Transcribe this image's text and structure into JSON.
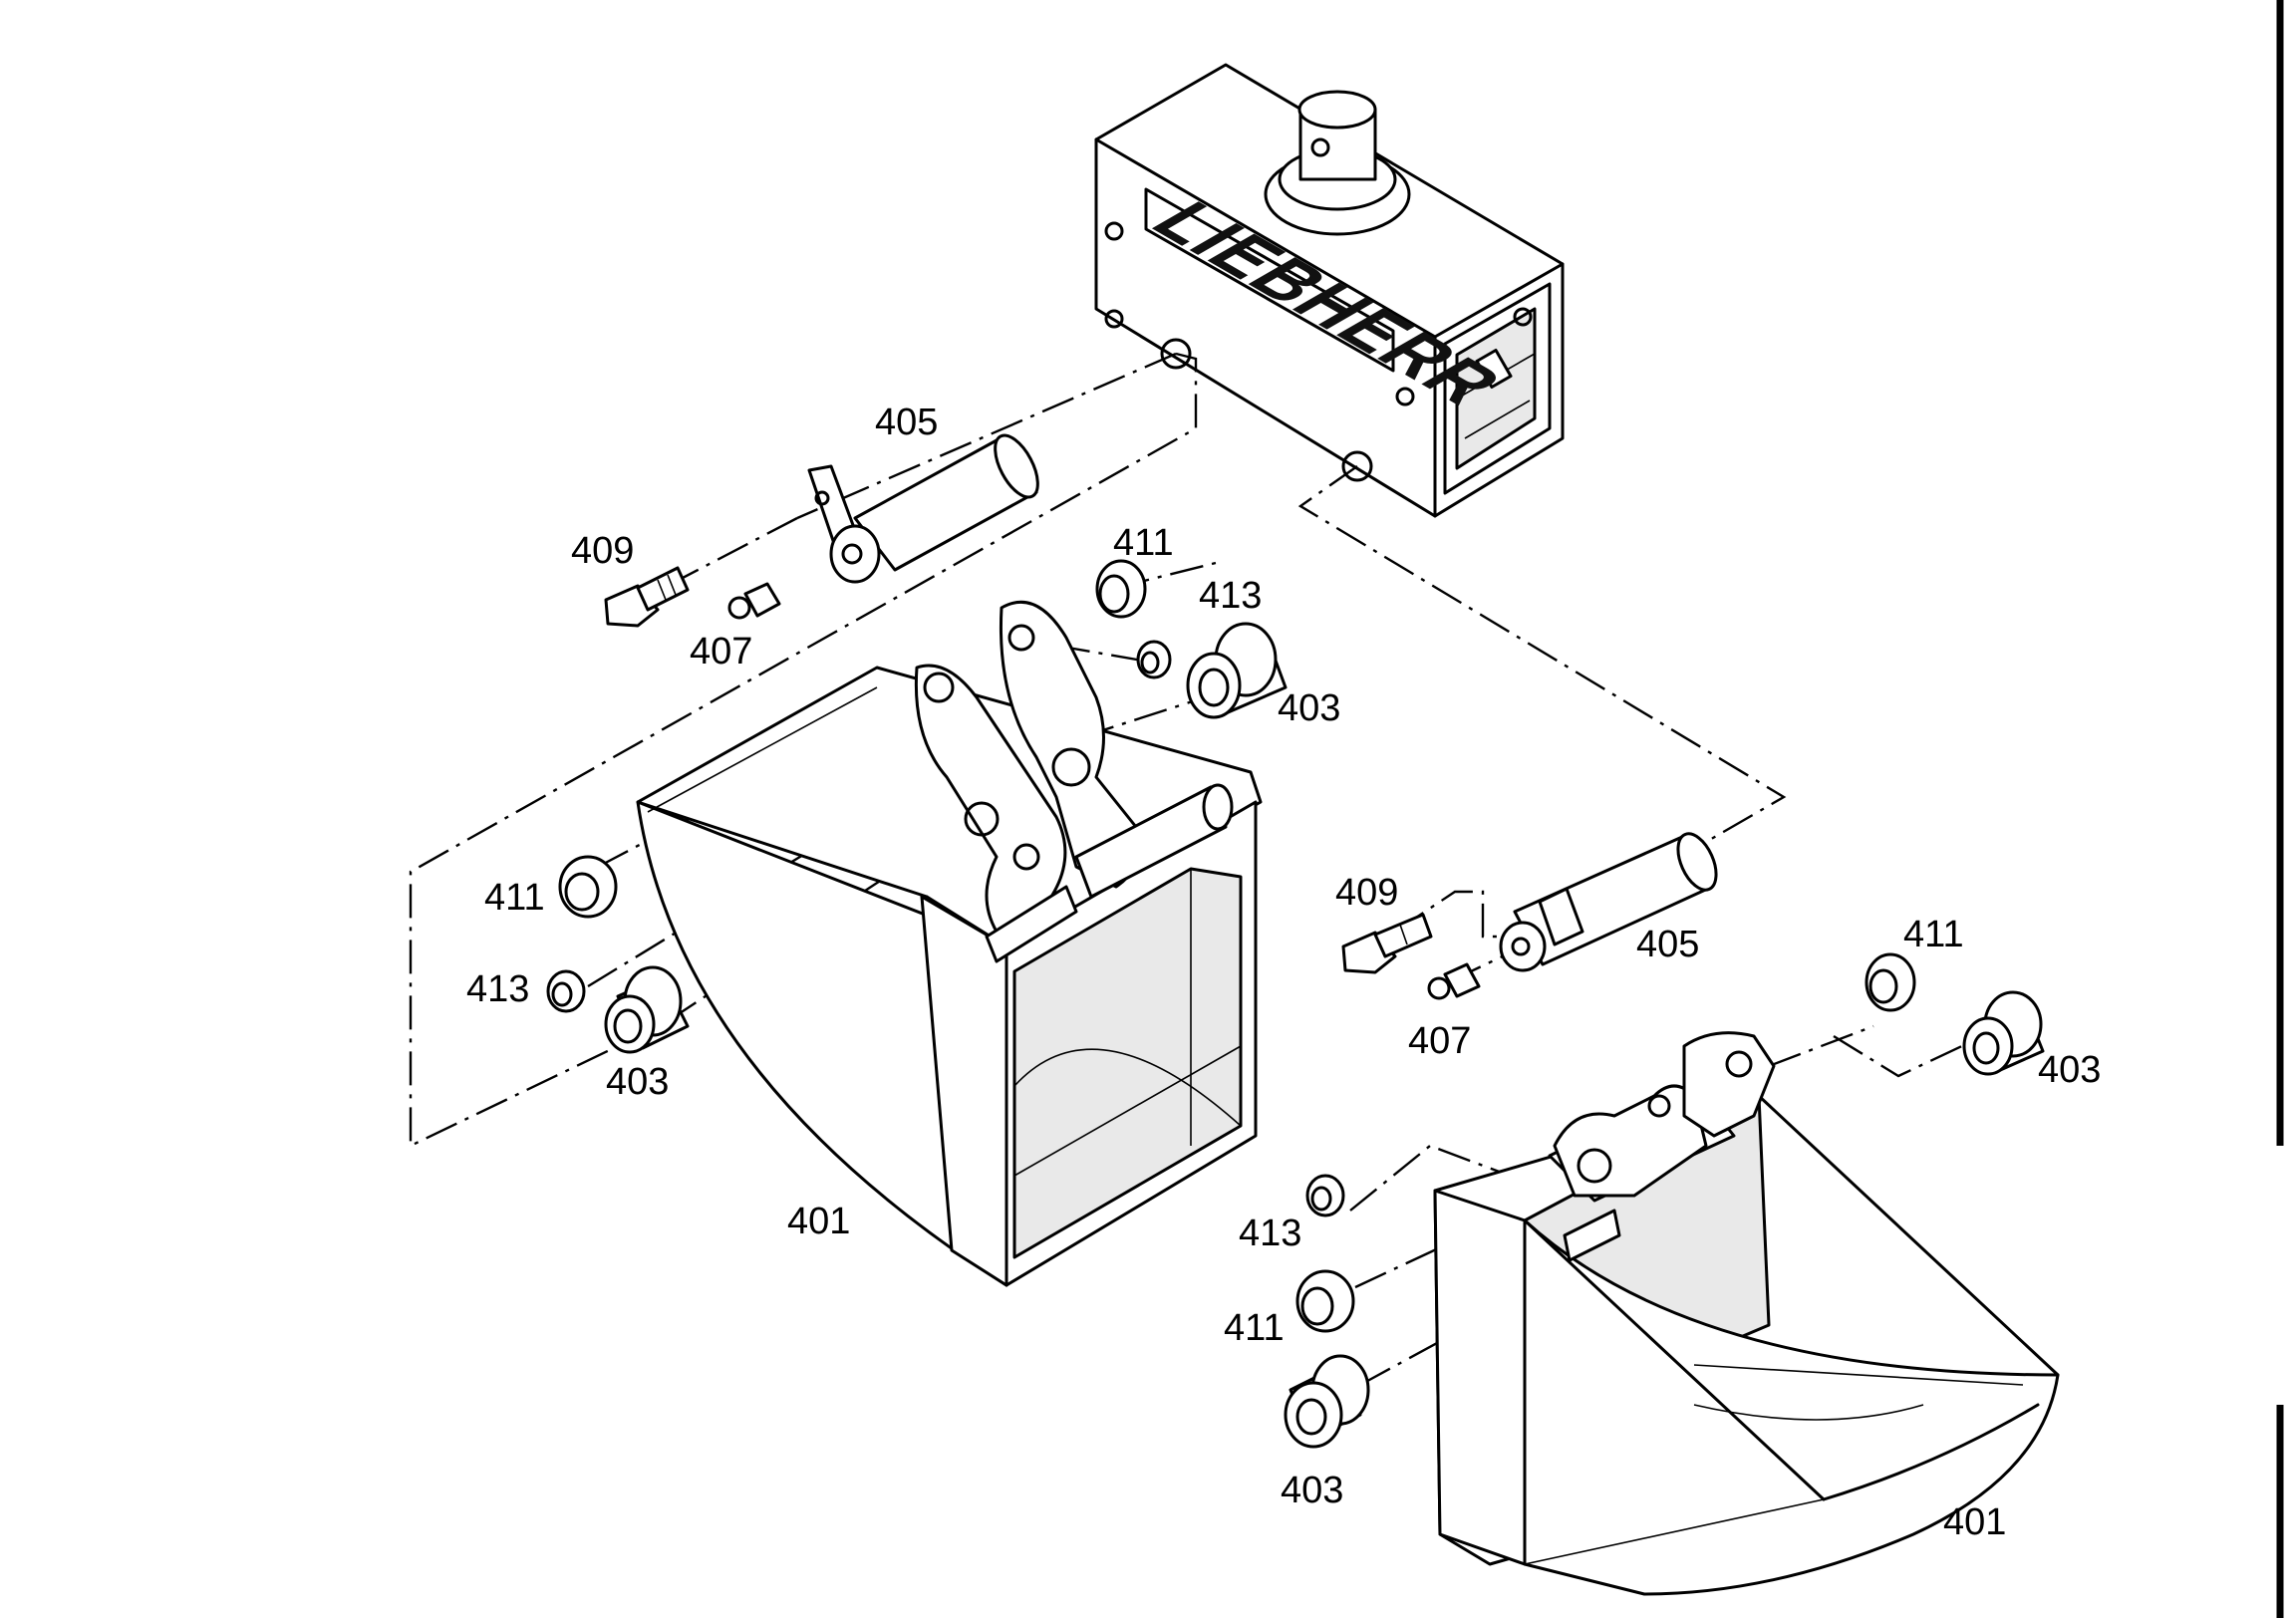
{
  "brand": "LIEBHERR",
  "labels": {
    "l405a": "405",
    "l409a": "409",
    "l407a": "407",
    "l411a": "411",
    "l413a": "413",
    "l403a": "403",
    "l411b": "411",
    "l413b": "413",
    "l403b": "403",
    "l401a": "401",
    "l409b": "409",
    "l405b": "405",
    "l407b": "407",
    "l411c": "411",
    "l403c": "403",
    "l413c": "413",
    "l411d": "411",
    "l403d": "403",
    "l401b": "401"
  },
  "colors": {
    "line": "#000000",
    "background": "#ffffff",
    "shade": "#e9e9e9"
  }
}
